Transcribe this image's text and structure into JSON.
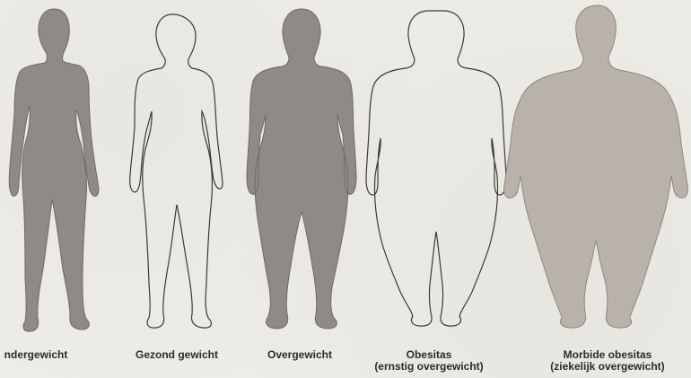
{
  "figures": [
    {
      "label": "ndergewicht",
      "sublabel": "",
      "style": "filled"
    },
    {
      "label": "Gezond gewicht",
      "sublabel": "",
      "style": "outline"
    },
    {
      "label": "Overgewicht",
      "sublabel": "",
      "style": "filled"
    },
    {
      "label": "Obesitas",
      "sublabel": "(ernstig overgewicht)",
      "style": "outline"
    },
    {
      "label": "Morbide obesitas",
      "sublabel": "(ziekelijk overgewicht)",
      "style": "filled-light"
    }
  ],
  "colors": {
    "fill_dark": "#8f8a85",
    "fill_light": "#b8b2aa",
    "outline": "#3a3a3a",
    "background": "#eeece6"
  }
}
